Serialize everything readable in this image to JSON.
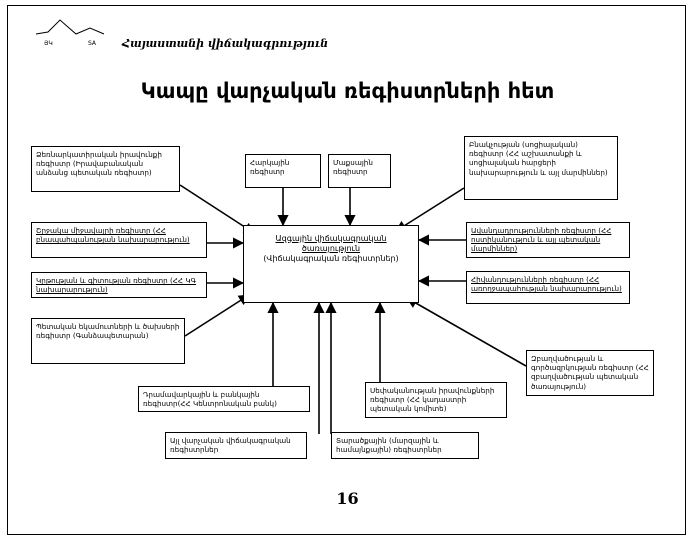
{
  "logo": {
    "left_text": "ՅԿ",
    "right_text": "SA"
  },
  "subtitle": "Հայաստանի վիճակագրություն",
  "title": "Կապը վարչական ռեգիստրների հետ",
  "center": {
    "line1": "Ազգային վիճակագրական ծառայություն",
    "line2": "(Վիճակագրական ռեգիստրներ)"
  },
  "boxes": {
    "b1": "Ձեռնարկատիրական իրավունքի ռեգիստր (Իրավաբանական անձանց պետական ռեգիստր)",
    "b2": "Հարկային ռեգիստր",
    "b3": "Մաքսային ռեգիստր",
    "b4": "Բնակչության (սոցիալական) ռեգիստր (ՀՀ աշխատանքի և սոցիալական հարցերի նախարարություն և այլ մարմիններ)",
    "b5": "Շրջակա միջավայրի ռեգիստր (ՀՀ բնապահպանության նախարարություն)",
    "b6": "Կրթության և գիտության ռեգիստր (ՀՀ ԿԳ նախարարություն)",
    "b7": "Պետական եկամուտների և ծախսերի ռեգիստր (Գանձապետարան)",
    "b8": "Ավանդադրությունների ռեգիստր (ՀՀ ոստիկանություն և այլ պետական մարմիններ)",
    "b9": "Հիվանդությունների ռեգիստր (ՀՀ առողջապահության նախարարություն)",
    "b10": "Զբաղվածության և գործազրկության ռեգիստր (ՀՀ զբաղվածության պետական ծառայություն)",
    "b11": "Դրամավարկային և բանկային ռեգիստր(ՀՀ Կենտրոնական բանկ)",
    "b12": "Սեփականության իրավունքների ռեգիստր (ՀՀ կադաստրի պետական կոմիտե)",
    "b13": "Այլ վարչական վիճակագրական ռեգիստրներ",
    "b14": "Տարածքային (մարզային և համայնքային) ռեգիստրներ"
  },
  "page_number": "16"
}
